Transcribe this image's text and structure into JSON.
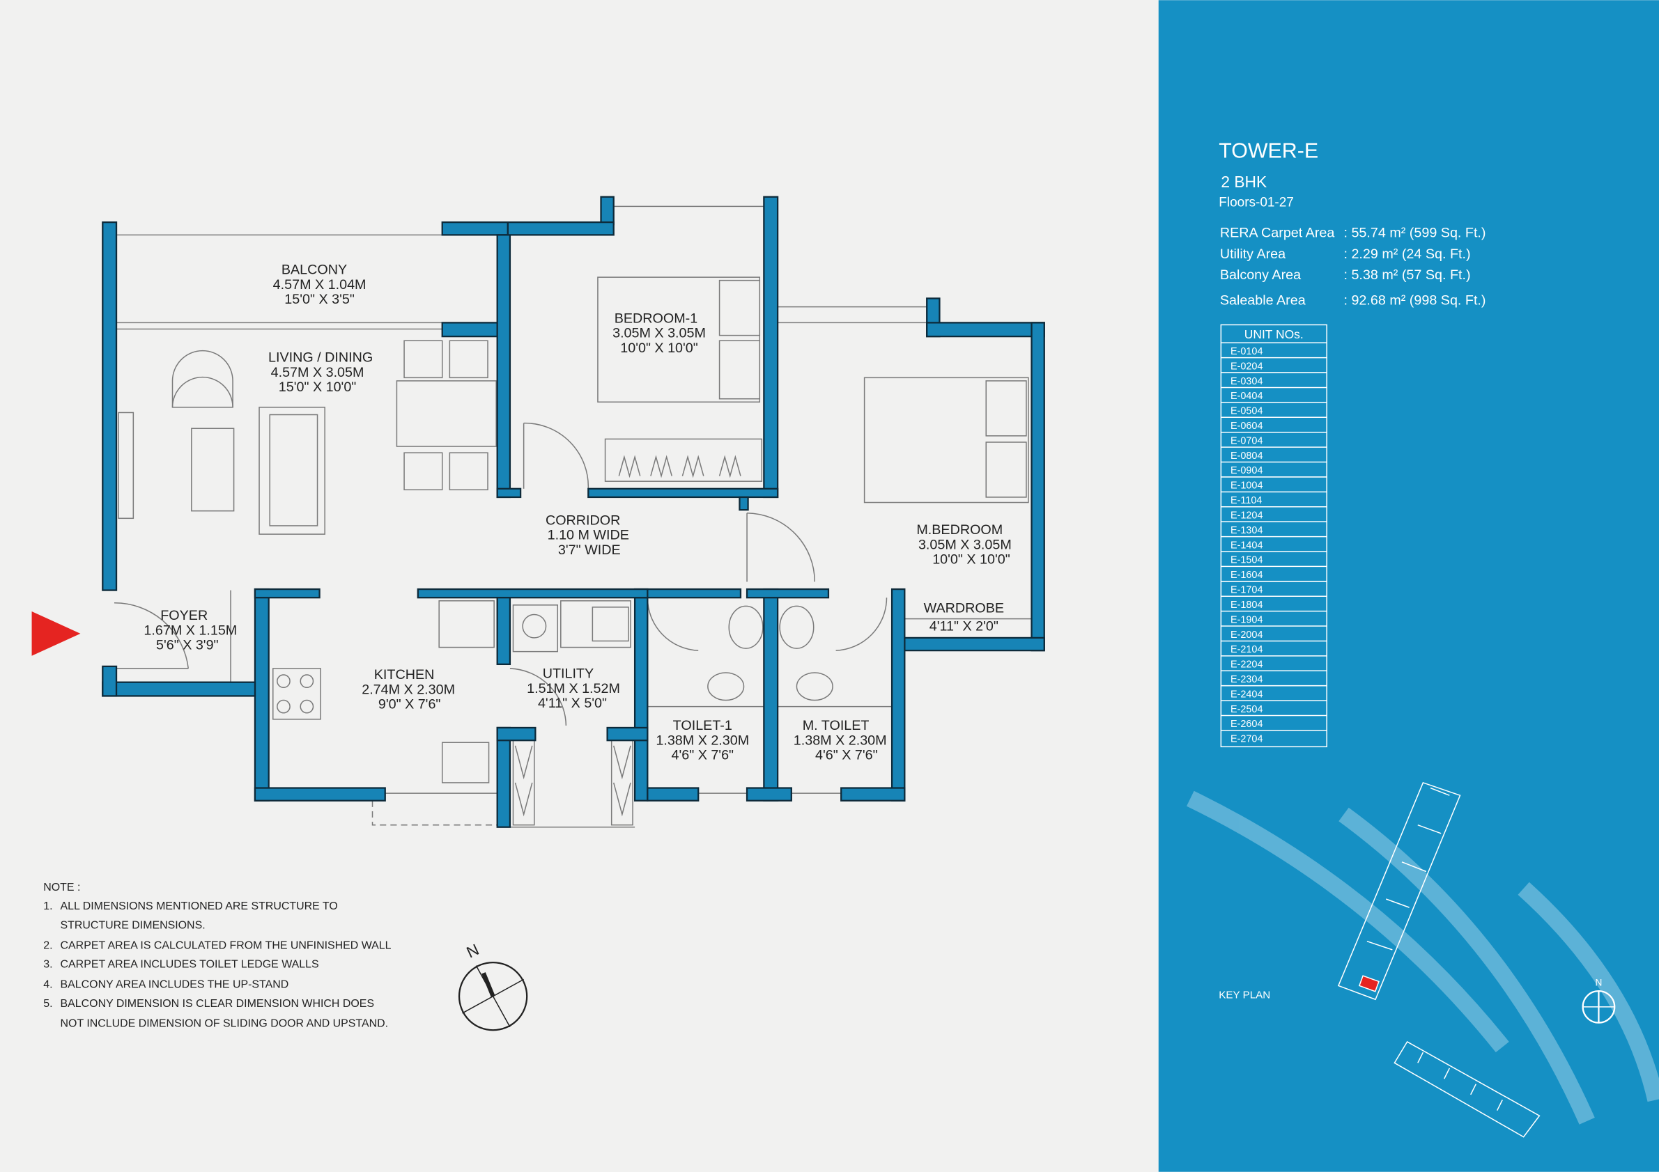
{
  "rooms": {
    "balcony": {
      "name": "BALCONY",
      "metric": "4.57M X 1.04M",
      "imperial": "15'0\" X 3'5\""
    },
    "living": {
      "name": "LIVING / DINING",
      "metric": "4.57M X 3.05M",
      "imperial": "15'0\" X 10'0\""
    },
    "bedroom1": {
      "name": "BEDROOM-1",
      "metric": "3.05M X 3.05M",
      "imperial": "10'0\" X 10'0\""
    },
    "corridor": {
      "name": "CORRIDOR",
      "metric": "1.10 M WIDE",
      "imperial": "3'7\" WIDE"
    },
    "mbedroom": {
      "name": "M.BEDROOM",
      "metric": "3.05M X 3.05M",
      "imperial": "10'0\" X 10'0\""
    },
    "wardrobe": {
      "name": "WARDROBE",
      "imperial": "4'11\" X 2'0\""
    },
    "foyer": {
      "name": "FOYER",
      "metric": "1.67M X 1.15M",
      "imperial": "5'6\" X 3'9\""
    },
    "kitchen": {
      "name": "KITCHEN",
      "metric": "2.74M X 2.30M",
      "imperial": "9'0\" X 7'6\""
    },
    "utility": {
      "name": "UTILITY",
      "metric": "1.51M X 1.52M",
      "imperial": "4'11\" X 5'0\""
    },
    "toilet1": {
      "name": "TOILET-1",
      "metric": "1.38M X 2.30M",
      "imperial": "4'6\" X 7'6\""
    },
    "mtoilet": {
      "name": "M. TOILET",
      "metric": "1.38M X 2.30M",
      "imperial": "4'6\" X 7'6\""
    }
  },
  "notes": {
    "title": "NOTE :",
    "items": [
      {
        "num": "1.",
        "lines": [
          "ALL DIMENSIONS MENTIONED ARE STRUCTURE TO",
          "STRUCTURE DIMENSIONS."
        ]
      },
      {
        "num": "2.",
        "lines": [
          "CARPET AREA IS CALCULATED FROM THE UNFINISHED WALL"
        ]
      },
      {
        "num": "3.",
        "lines": [
          "CARPET AREA INCLUDES TOILET LEDGE WALLS"
        ]
      },
      {
        "num": "4.",
        "lines": [
          "BALCONY AREA INCLUDES THE UP-STAND"
        ]
      },
      {
        "num": "5.",
        "lines": [
          "BALCONY DIMENSION IS CLEAR DIMENSION WHICH DOES",
          "NOT INCLUDE DIMENSION OF SLIDING DOOR AND UPSTAND."
        ]
      }
    ]
  },
  "compass": {
    "north": "N"
  },
  "panel": {
    "tower": "TOWER-E",
    "type": "2 BHK",
    "floors": "Floors-01-27",
    "areas": [
      {
        "label": "RERA Carpet Area",
        "value": ":  55.74 m² (599 Sq. Ft.)"
      },
      {
        "label": "Utility Area",
        "value": ":  2.29 m² (24 Sq. Ft.)"
      },
      {
        "label": "Balcony Area",
        "value": ":  5.38 m² (57 Sq. Ft.)"
      },
      {
        "label": "Saleable Area",
        "value": ":  92.68 m² (998 Sq. Ft.)"
      }
    ],
    "units_header": "UNIT NOs.",
    "units": [
      "E-0104",
      "E-0204",
      "E-0304",
      "E-0404",
      "E-0504",
      "E-0604",
      "E-0704",
      "E-0804",
      "E-0904",
      "E-1004",
      "E-1104",
      "E-1204",
      "E-1304",
      "E-1404",
      "E-1504",
      "E-1604",
      "E-1704",
      "E-1804",
      "E-1904",
      "E-2004",
      "E-2104",
      "E-2204",
      "E-2304",
      "E-2404",
      "E-2504",
      "E-2604",
      "E-2704"
    ],
    "key_plan_label": "KEY PLAN",
    "key_north": "N",
    "colors": {
      "panel": "#1590c4",
      "wall": "#1784b6",
      "entry": "#e52421"
    }
  }
}
